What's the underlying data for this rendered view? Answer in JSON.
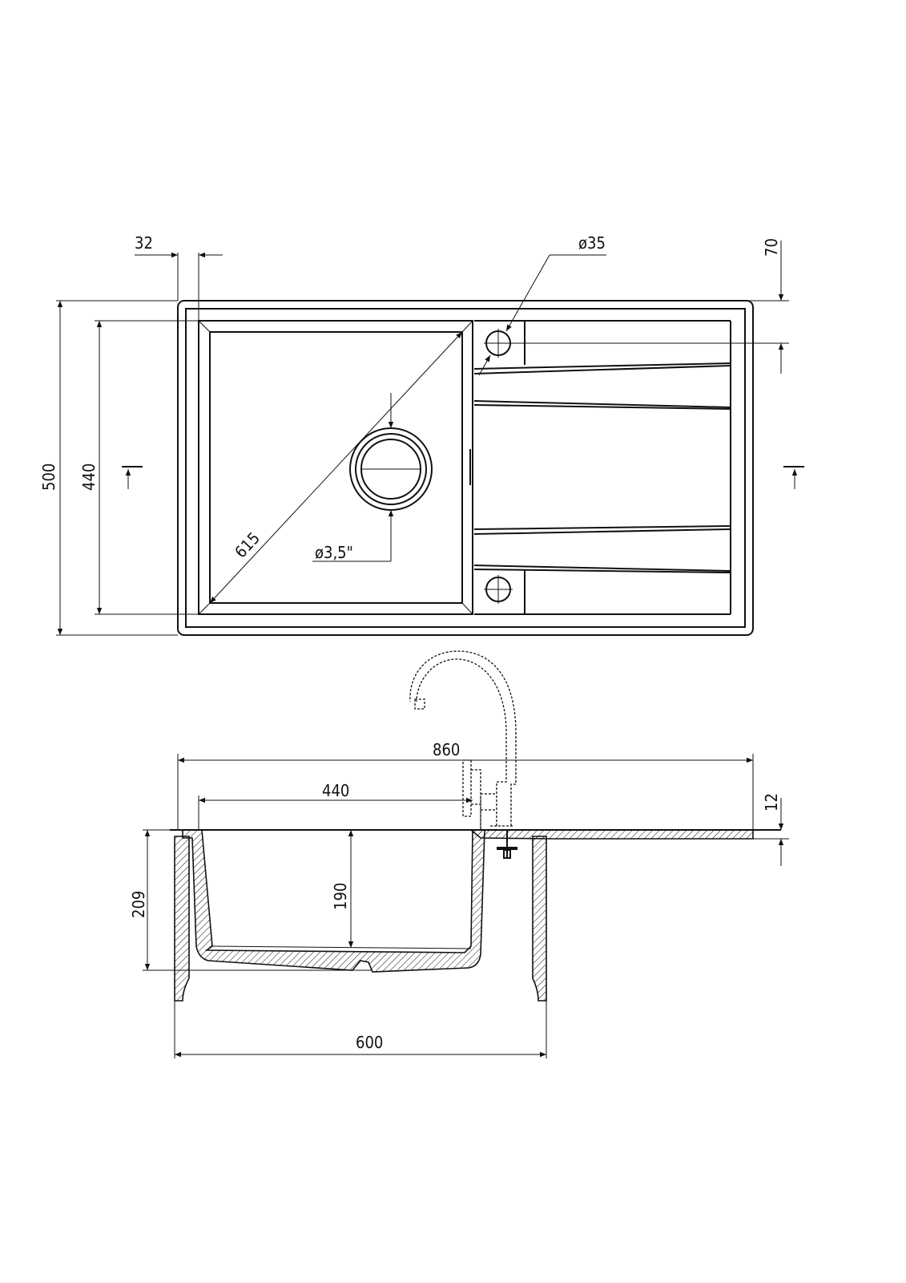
{
  "top_view": {
    "dim_width_rim": "32",
    "dim_tap_hole": "ø35",
    "dim_tap_offset": "70",
    "dim_depth_total": "500",
    "dim_bowl_depth": "440",
    "dim_diagonal": "615",
    "dim_drain": "ø3,5\""
  },
  "section_view": {
    "dim_total_length": "860",
    "dim_bowl_width": "440",
    "dim_thickness": "12",
    "dim_total_height": "209",
    "dim_bowl_height": "190",
    "dim_cabinet": "600"
  },
  "colors": {
    "line": "#111111",
    "background": "#ffffff"
  }
}
